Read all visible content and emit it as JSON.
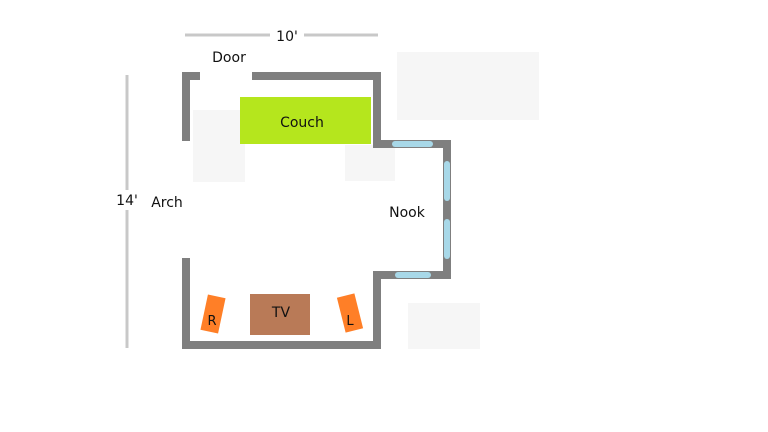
{
  "dimensions": {
    "width_label": "10'",
    "length_label": "14'"
  },
  "labels": {
    "door": "Door",
    "arch": "Arch",
    "nook": "Nook"
  },
  "furniture": {
    "couch": "Couch",
    "tv": "TV",
    "speaker_right": "R",
    "speaker_left": "L"
  },
  "colors": {
    "wall": "#7f7f7f",
    "window": "#a8d8e8",
    "couch": "#b5e61d",
    "tv": "#b97a57",
    "speaker": "#ff7f27",
    "dimension_line": "#c8c8c8",
    "faint_block": "#f4f4f4"
  }
}
